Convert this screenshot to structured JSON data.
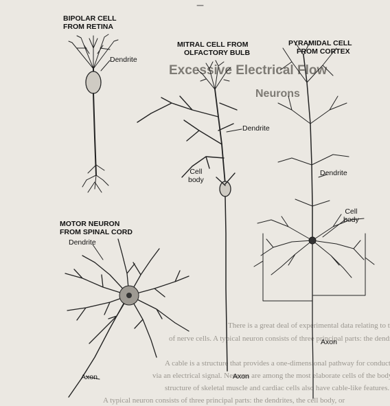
{
  "labels": {
    "bipolar_title": [
      "BIPOLAR CELL",
      "FROM RETINA"
    ],
    "mitral_title": [
      "MITRAL CELL FROM",
      "OLFACTORY BULB"
    ],
    "pyramidal_title": [
      "PYRAMIDAL CELL",
      "FROM CORTEX"
    ],
    "motor_title": [
      "MOTOR NEURON",
      "FROM SPINAL CORD"
    ],
    "dendrite": "Dendrite",
    "cell_body": [
      "Cell",
      "body"
    ],
    "axon": "Axon"
  },
  "background_text": {
    "heading1": "Excessive Electrical Flow",
    "heading2": "Neurons",
    "lines": [
      "There is a great deal of experimental data relating to the ionic conductance",
      "of nerve cells. A typical neuron consists of three principal parts: the dendrites, the cell body, and",
      "A cable is a structure that provides a one-dimensional pathway for conduction",
      "via an electrical signal. Neurons are among the most elaborate cells of the body.",
      "structure of skeletal muscle and cardiac cells also have cable-like features.",
      "A typical neuron consists of three principal parts: the dendrites, the cell body, or"
    ]
  },
  "colors": {
    "paper": "#ebe8e2",
    "ink": "#111111",
    "faded_text": "#9a968f"
  }
}
